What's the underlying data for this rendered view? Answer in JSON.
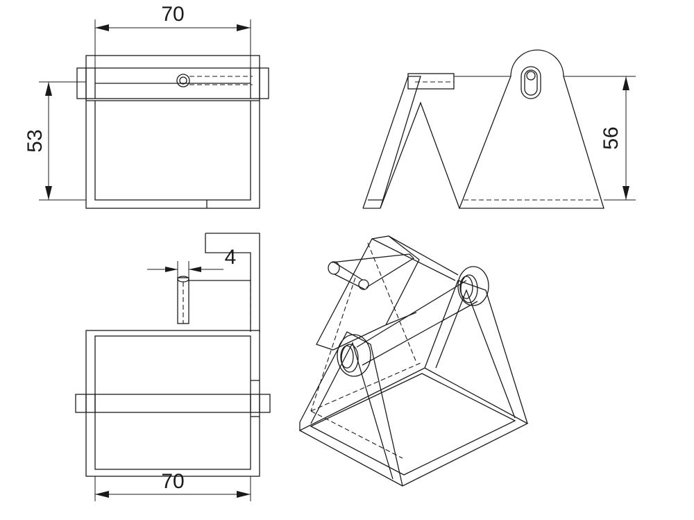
{
  "dimensions": {
    "front_width": "70",
    "front_height": "53",
    "side_height": "56",
    "pin_offset": "4",
    "top_width": "70"
  },
  "colors": {
    "line": "#1a1a1a",
    "background": "#ffffff"
  }
}
